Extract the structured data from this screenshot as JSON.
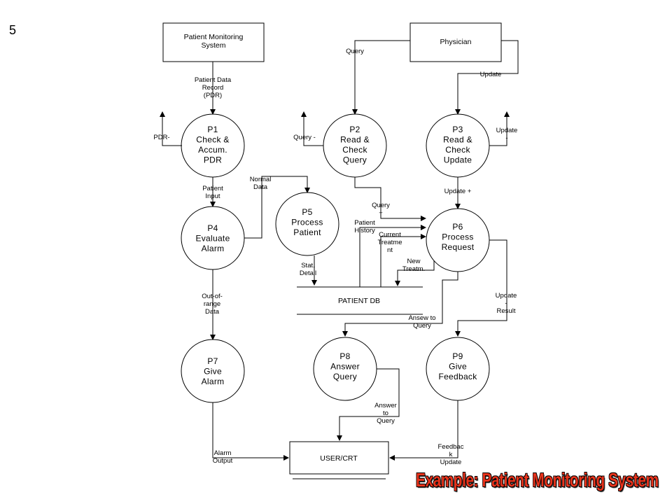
{
  "slide": {
    "number": "5"
  },
  "caption": "Example: Patient Monitoring System",
  "entities": {
    "monitoring": [
      "Patient Monitoring",
      "System"
    ],
    "physician": [
      "Physician"
    ],
    "user_crt": [
      "USER/CRT"
    ]
  },
  "datastore": {
    "label": "PATIENT DB"
  },
  "processes": {
    "p1": [
      "P1",
      "Check &",
      "Accum.",
      "PDR"
    ],
    "p2": [
      "P2",
      "Read &",
      "Check",
      "Query"
    ],
    "p3": [
      "P3",
      "Read &",
      "Check",
      "Update"
    ],
    "p4": [
      "P4",
      "Evaluate",
      "Alarm"
    ],
    "p5": [
      "P5",
      "Process",
      "Patient"
    ],
    "p6": [
      "P6",
      "Process",
      "Request"
    ],
    "p7": [
      "P7",
      "Give",
      "Alarm"
    ],
    "p8": [
      "P8",
      "Answer",
      "Query"
    ],
    "p9": [
      "P9",
      "Give",
      "Feedback"
    ]
  },
  "flows": {
    "pdr_record": [
      "Patient Data",
      "Record",
      "(PDR)"
    ],
    "pdr_minus": [
      "PDR-"
    ],
    "patient_input": [
      "Patient",
      "Input"
    ],
    "normal_data": [
      "Normal",
      "Data"
    ],
    "out_of_range": [
      "Out-of-",
      "range",
      "Data"
    ],
    "alarm_output": [
      "Alarm",
      "Output"
    ],
    "query": [
      "Query"
    ],
    "query_minus": [
      "Query -"
    ],
    "query_plus": [
      "Query",
      "+"
    ],
    "update": [
      "Update"
    ],
    "update_minus": [
      "Update",
      "-"
    ],
    "update_plus": [
      "Update +"
    ],
    "patient_history": [
      "Patient",
      "History"
    ],
    "current_treatment": [
      "Current",
      "Treatme",
      "nt"
    ],
    "new_treatment": [
      "New",
      "Treatm."
    ],
    "stat_detail": [
      "Stat.",
      "Detail"
    ],
    "update_result": [
      "Update",
      "-",
      "Result"
    ],
    "answer_to_query_in": [
      "Ansew to",
      "Query"
    ],
    "answer_to_query_out": [
      "Answer",
      "to",
      "Query"
    ],
    "feedback_update": [
      "Feedbac",
      "k",
      "Update"
    ]
  }
}
